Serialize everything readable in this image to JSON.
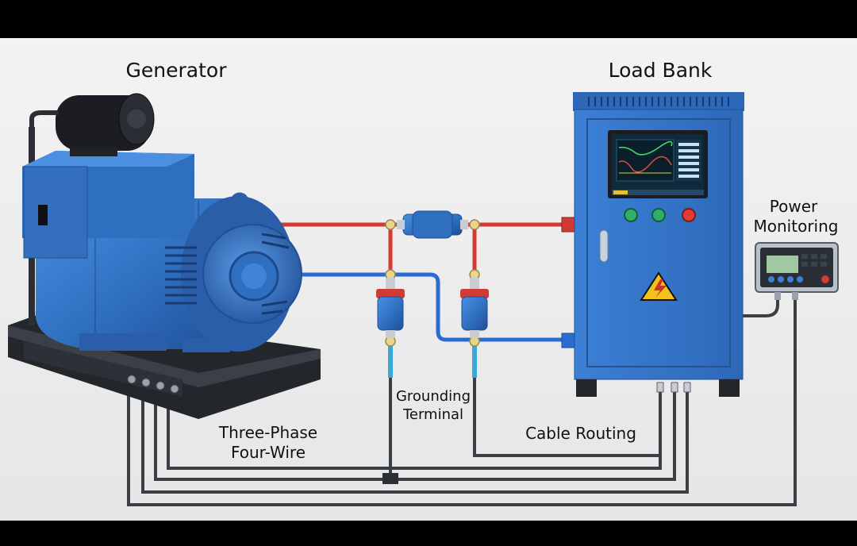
{
  "labels": {
    "generator": "Generator",
    "load_bank": "Load Bank",
    "power_monitoring_line1": "Power",
    "power_monitoring_line2": "Monitoring",
    "grounding_line1": "Grounding",
    "grounding_line2": "Terminal",
    "three_phase_line1": "Three-Phase",
    "three_phase_line2": "Four-Wire",
    "cable_routing": "Cable Routing"
  },
  "colors": {
    "equipment_blue": "#2f6fc0",
    "live_wire": "#d23a35",
    "neutral_wire": "#2a6dd0",
    "cable_dark": "#3a3f46",
    "background": "#eeeeee"
  },
  "icons": [
    "high-voltage-warning-icon",
    "green-button-icon",
    "red-button-icon"
  ]
}
